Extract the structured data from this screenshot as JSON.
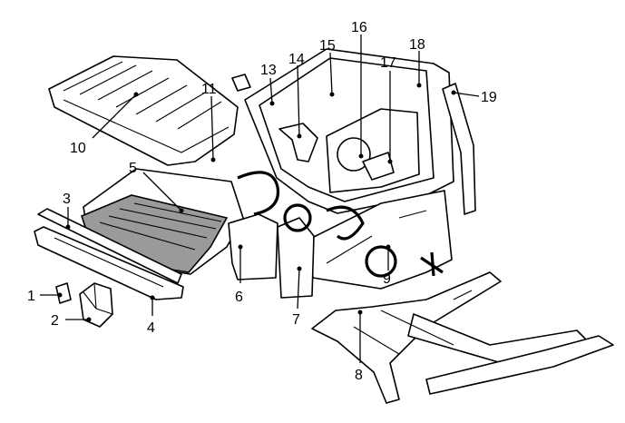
{
  "callouts": [
    {
      "label": "1"
    },
    {
      "label": "2"
    },
    {
      "label": "3"
    },
    {
      "label": "4"
    },
    {
      "label": "5"
    },
    {
      "label": "6"
    },
    {
      "label": "7"
    },
    {
      "label": "8"
    },
    {
      "label": "9"
    },
    {
      "label": "10"
    },
    {
      "label": "11"
    },
    {
      "label": "13"
    },
    {
      "label": "14"
    },
    {
      "label": "15"
    },
    {
      "label": "16"
    },
    {
      "label": "17"
    },
    {
      "label": "18"
    },
    {
      "label": "19"
    }
  ]
}
